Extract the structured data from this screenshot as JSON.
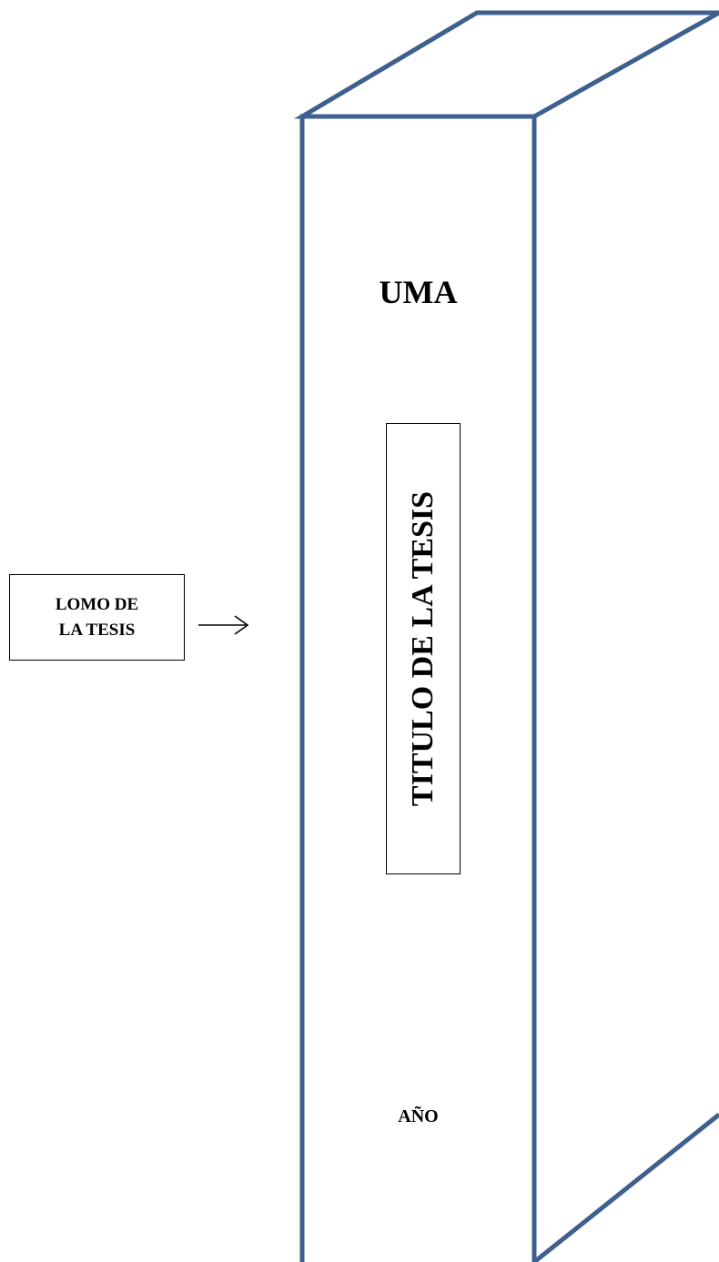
{
  "colors": {
    "book_outline": "#3f5f8f",
    "text": "#000000",
    "background": "#ffffff"
  },
  "spine": {
    "top_label": "UMA",
    "title": "TITULO DE LA TESIS",
    "bottom_label": "AÑO"
  },
  "callout": {
    "line1": "LOMO DE",
    "line2": "LA TESIS",
    "arrow_icon": "right-arrow-icon"
  }
}
